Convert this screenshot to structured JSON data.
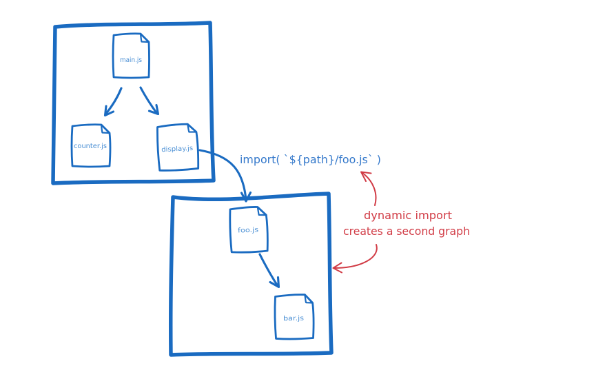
{
  "colors": {
    "blue": "#1a6bc1",
    "label_blue": "#4a8fd4",
    "code_blue": "#3579cb",
    "red": "#d13b45",
    "background": "#ffffff"
  },
  "static_graph": {
    "files": {
      "main": "main.js",
      "counter": "counter.js",
      "display": "display.js"
    }
  },
  "dynamic_graph": {
    "files": {
      "foo": "foo.js",
      "bar": "bar.js"
    }
  },
  "import_code": "import( `${path}/foo.js` )",
  "annotation": {
    "line1": "dynamic import",
    "line2": "creates a second graph"
  }
}
